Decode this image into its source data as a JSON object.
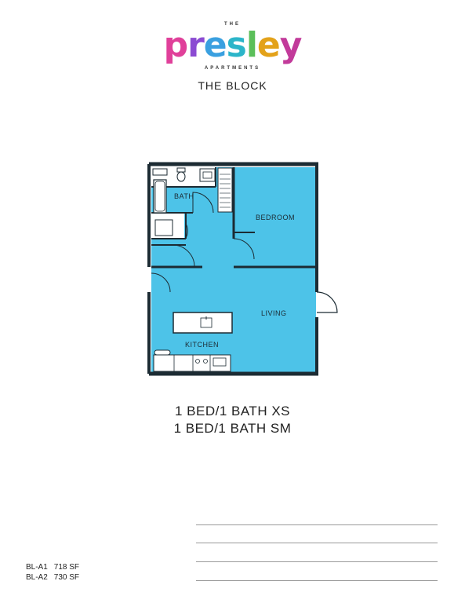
{
  "brand": {
    "prefix": "THE",
    "name_letters": [
      {
        "ch": "p",
        "color": "#e0409a"
      },
      {
        "ch": "r",
        "color": "#8b4bd2"
      },
      {
        "ch": "e",
        "color": "#3aa0e0"
      },
      {
        "ch": "s",
        "color": "#2cb5c9"
      },
      {
        "ch": "l",
        "color": "#5bbf5a"
      },
      {
        "ch": "e",
        "color": "#e3a21a"
      },
      {
        "ch": "y",
        "color": "#c23a9a"
      }
    ],
    "suffix": "APARTMENTS"
  },
  "community": "THE BLOCK",
  "floorplan": {
    "fill_color": "#4dc3e8",
    "rooms": {
      "bath": "BATH",
      "bedroom": "BEDROOM",
      "living": "LIVING",
      "kitchen": "KITCHEN"
    }
  },
  "unit_types": [
    "1 BED/1 BATH XS",
    "1 BED/1 BATH SM"
  ],
  "unit_codes": [
    {
      "code": "BL-A1",
      "size": "718 SF"
    },
    {
      "code": "BL-A2",
      "size": "730 SF"
    }
  ]
}
